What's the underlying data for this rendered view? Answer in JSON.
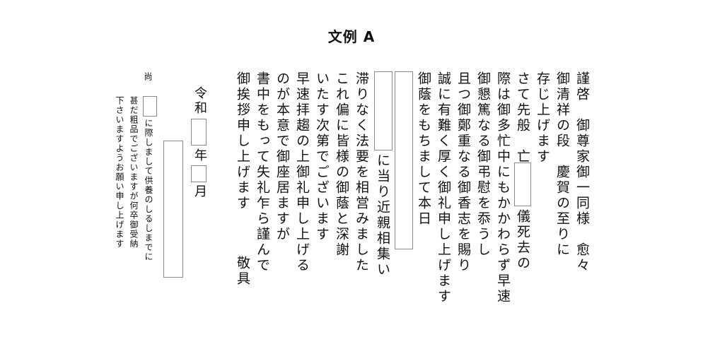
{
  "title": "文例 A",
  "letter": {
    "lines": [
      "謹啓　御尊家御一同様　愈々",
      "御清祥の段　慶賀の至りに",
      "存じ上げます",
      "さて先般　亡",
      "儀死去の",
      "際は御多忙中にもかかわらず早速",
      "御懇篤なる御弔慰を忝うし",
      "且つ御鄭重なる御香志を賜り",
      "誠に有難く厚く御礼申し上げます",
      "御蔭をもちまして本日",
      "に当り近親相集い",
      "滞りなく法要を相営みました",
      "これ偏に皆様の御蔭と深謝",
      "いたす次第でございます",
      "早速拝趨の上御礼申し上げる",
      "のが本意で御座居ますが",
      "書中をもって失礼乍ら謹んで",
      "御挨拶申し上げます",
      "敬具"
    ]
  },
  "date": {
    "era": "令和",
    "year_label": "年",
    "month_label": "月"
  },
  "postscript": {
    "head": "尚",
    "line1": "に際しまして供養のしるしまでに",
    "line2": "甚だ粗品でございますが何卒御受納",
    "line3": "下さいますようお願い申し上げます"
  }
}
